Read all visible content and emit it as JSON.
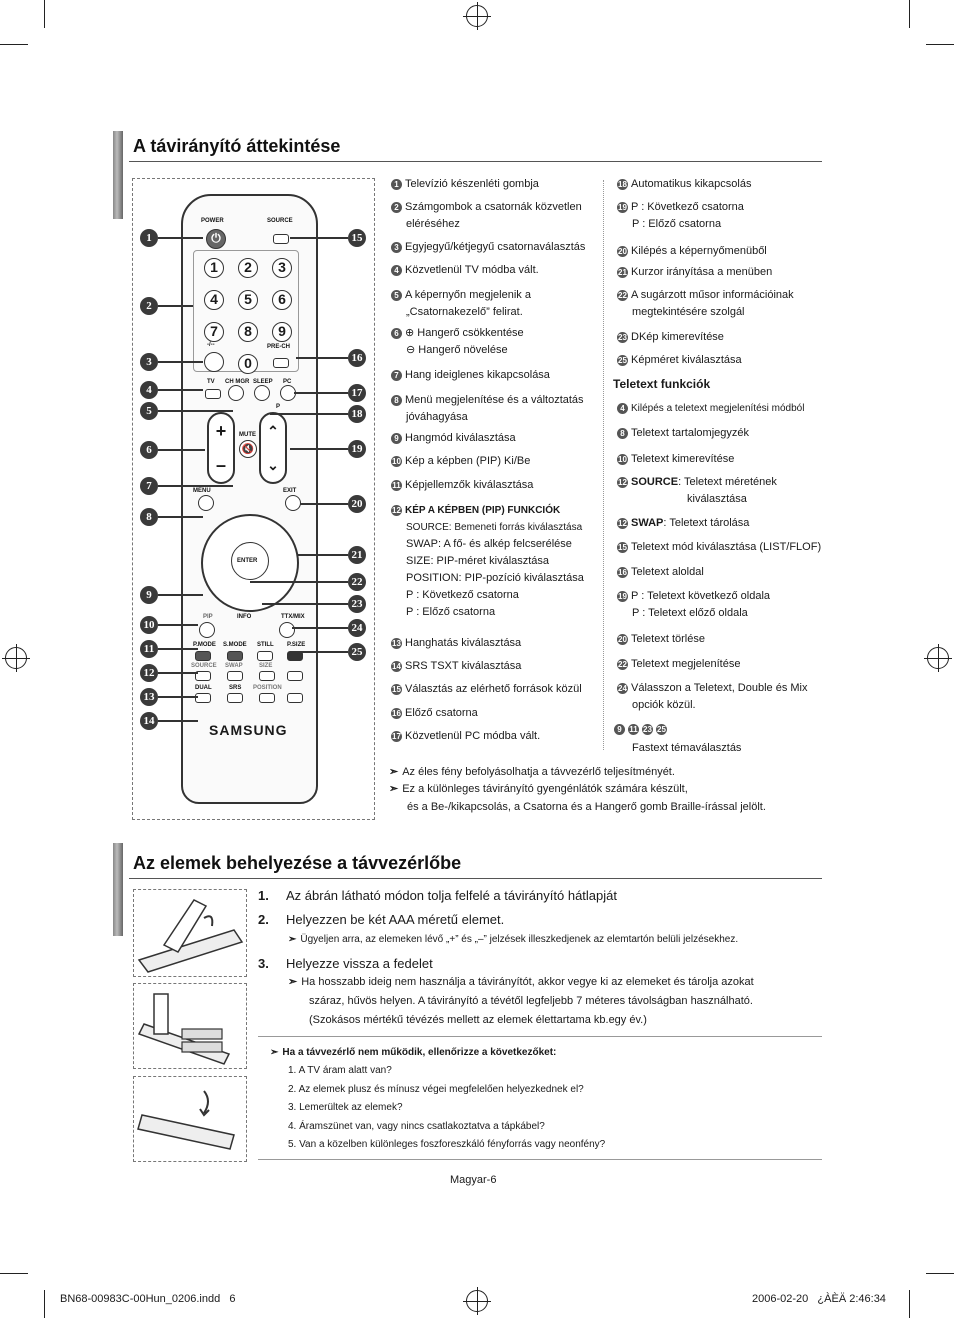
{
  "section1": {
    "title": "A távirányító áttekintése"
  },
  "remote": {
    "power_label": "POWER",
    "source_label": "SOURCE",
    "digits": [
      "1",
      "2",
      "3",
      "4",
      "5",
      "6",
      "7",
      "8",
      "9",
      "0"
    ],
    "dash_label": "-/--",
    "prech_label": "PRE-CH",
    "row_labels": [
      "TV",
      "CH MGR",
      "SLEEP",
      "PC"
    ],
    "mute_label": "MUTE",
    "p_label": "P",
    "menu_label": "MENU",
    "exit_label": "EXIT",
    "enter_label": "ENTER",
    "pip_label": "PIP",
    "info_label": "INFO",
    "ttxmix_label": "TTX/MIX",
    "bottom1": [
      "P.MODE",
      "S.MODE",
      "STILL",
      "P.SIZE"
    ],
    "bottom2": [
      "SOURCE",
      "SWAP",
      "SIZE"
    ],
    "dual_label": "DUAL",
    "srs_label": "SRS",
    "position_label": "POSITION",
    "brand": "SAMSUNG",
    "callouts_left": [
      "1",
      "2",
      "3",
      "4",
      "5",
      "6",
      "7",
      "8",
      "9",
      "10",
      "11",
      "12",
      "13",
      "14"
    ],
    "callouts_right": [
      "15",
      "16",
      "17",
      "18",
      "19",
      "20",
      "21",
      "22",
      "23",
      "24",
      "25"
    ]
  },
  "list_left": [
    {
      "n": "1",
      "t": "Televízió készenléti gombja"
    },
    {
      "n": "2",
      "t": "Számgombok a csatornák közvetlen",
      "t2": "eléréséhez"
    },
    {
      "n": "3",
      "t": "Egyjegyű/kétjegyű csatornaválasztás"
    },
    {
      "n": "4",
      "t": "Közvetlenül TV módba vált."
    },
    {
      "n": "5",
      "t": "A képernyőn megjelenik a",
      "t2": "„Csatornakezelő” felirat."
    },
    {
      "n": "6",
      "t": "Hangerő csökkentése",
      "t2": "Hangerő növelése"
    },
    {
      "n": "7",
      "t": "Hang ideiglenes kikapcsolása"
    },
    {
      "n": "8",
      "t": "Menü megjelenítése és a változtatás",
      "t2": "jóváhagyása"
    },
    {
      "n": "9",
      "t": "Hangmód kiválasztása"
    },
    {
      "n": "10",
      "t": "Kép a képben (PIP) Ki/Be"
    },
    {
      "n": "11",
      "t": "Képjellemzők kiválasztása"
    }
  ],
  "pip_block": {
    "n": "12",
    "title": "KÉP A KÉPBEN (PIP) FUNKCIÓK",
    "lines": [
      "SOURCE: Bemeneti forrás kiválasztása",
      "SWAP: A fő- és alkép felcserélése",
      "SIZE: PIP-méret kiválasztása",
      "POSITION: PIP-pozíció kiválasztása",
      "P : Következő csatorna",
      "P : Előző csatorna"
    ]
  },
  "list_left2": [
    {
      "n": "13",
      "t": "Hanghatás kiválasztása"
    },
    {
      "n": "14",
      "t": "SRS TSXT kiválasztása"
    },
    {
      "n": "15",
      "t": "Választás az elérhető források közül"
    },
    {
      "n": "16",
      "t": "Előző csatorna"
    },
    {
      "n": "17",
      "t": "Közvetlenül PC módba vált."
    }
  ],
  "list_right": [
    {
      "n": "18",
      "t": "Automatikus kikapcsolás"
    },
    {
      "n": "19",
      "t": "P : Következő csatorna",
      "t2": "P : Előző csatorna"
    },
    {
      "n": "20",
      "t": "Kilépés a képernyőmenüből"
    },
    {
      "n": "21",
      "t": "Kurzor irányítása a menüben"
    },
    {
      "n": "22",
      "t": "A sugárzott műsor információinak",
      "t2": "megtekintésére szolgál"
    },
    {
      "n": "23",
      "t": "DKép kimerevítése"
    },
    {
      "n": "25",
      "t": "Képméret kiválasztása"
    }
  ],
  "teletext": {
    "title": "Teletext funkciók",
    "items": [
      {
        "n": "4",
        "t": "Kilépés a teletext megjelenítési módból"
      },
      {
        "n": "8",
        "t": "Teletext tartalomjegyzék"
      },
      {
        "n": "10",
        "t": "Teletext kimerevítése"
      },
      {
        "n": "12",
        "b": "SOURCE",
        "t": ": Teletext méretének",
        "t2": "kiválasztása"
      },
      {
        "n": "12",
        "b": "SWAP",
        "t": ": Teletext tárolása"
      },
      {
        "n": "15",
        "t": "Teletext mód kiválasztása (LIST/FLOF)"
      },
      {
        "n": "16",
        "t": "Teletext aloldal"
      },
      {
        "n": "19",
        "t": "P : Teletext következő oldala",
        "t2": "P : Teletext előző oldala"
      },
      {
        "n": "20",
        "t": "Teletext törlése"
      },
      {
        "n": "22",
        "t": "Teletext megjelenítése"
      },
      {
        "n": "24",
        "t": "Válasszon a Teletext, Double és Mix",
        "t2": "opciók közül."
      }
    ],
    "fastext_nums": [
      "9",
      "11",
      "23",
      "25"
    ],
    "fastext": "Fastext témaválasztás"
  },
  "notes1": [
    "Az éles fény befolyásolhatja a távvezérlő teljesítményét.",
    "Ez a különleges távirányító gyengénlátók számára készült,",
    "és a Be-/kikapcsolás, a Csatorna és a Hangerő gomb Braille-írással jelölt."
  ],
  "section2": {
    "title": "Az elemek behelyezése a távvezérlőbe",
    "steps": [
      {
        "n": "1.",
        "t": "Az ábrán látható módon tolja felfelé a távirányító hátlapját"
      },
      {
        "n": "2.",
        "t": "Helyezzen be két AAA méretű elemet.",
        "note": "Ügyeljen arra, az elemeken lévő „+” és „–” jelzések illeszkedjenek az elemtartón belüli jelzésekhez."
      },
      {
        "n": "3.",
        "t": "Helyezze vissza a fedelet",
        "note": "Ha hosszabb ideig nem használja a távirányítót, akkor vegye ki az elemeket és tárolja azokat",
        "note2": "száraz, hűvös helyen. A távirányító a tévétől legfeljebb 7 méteres távolságban használható.",
        "note3": "(Szokásos mértékű tévézés mellett az elemek élettartama kb.egy év.)"
      }
    ],
    "check_title": "Ha a távvezérlő nem működik, ellenőrizze a következőket:",
    "checks": [
      "1. A TV áram alatt van?",
      "2. Az elemek plusz és mínusz végei megfelelően helyezkednek el?",
      "3. Lemerültek az elemek?",
      "4. Áramszünet van, vagy nincs csatlakoztatva a tápkábel?",
      "5. Van a közelben különleges foszforeszkáló fényforrás vagy neonfény?"
    ]
  },
  "footer": {
    "page": "Magyar-6",
    "file": "BN68-00983C-00Hun_0206.indd   6",
    "date": "2006-02-20   ¿ÀÈÄ 2:46:34"
  }
}
